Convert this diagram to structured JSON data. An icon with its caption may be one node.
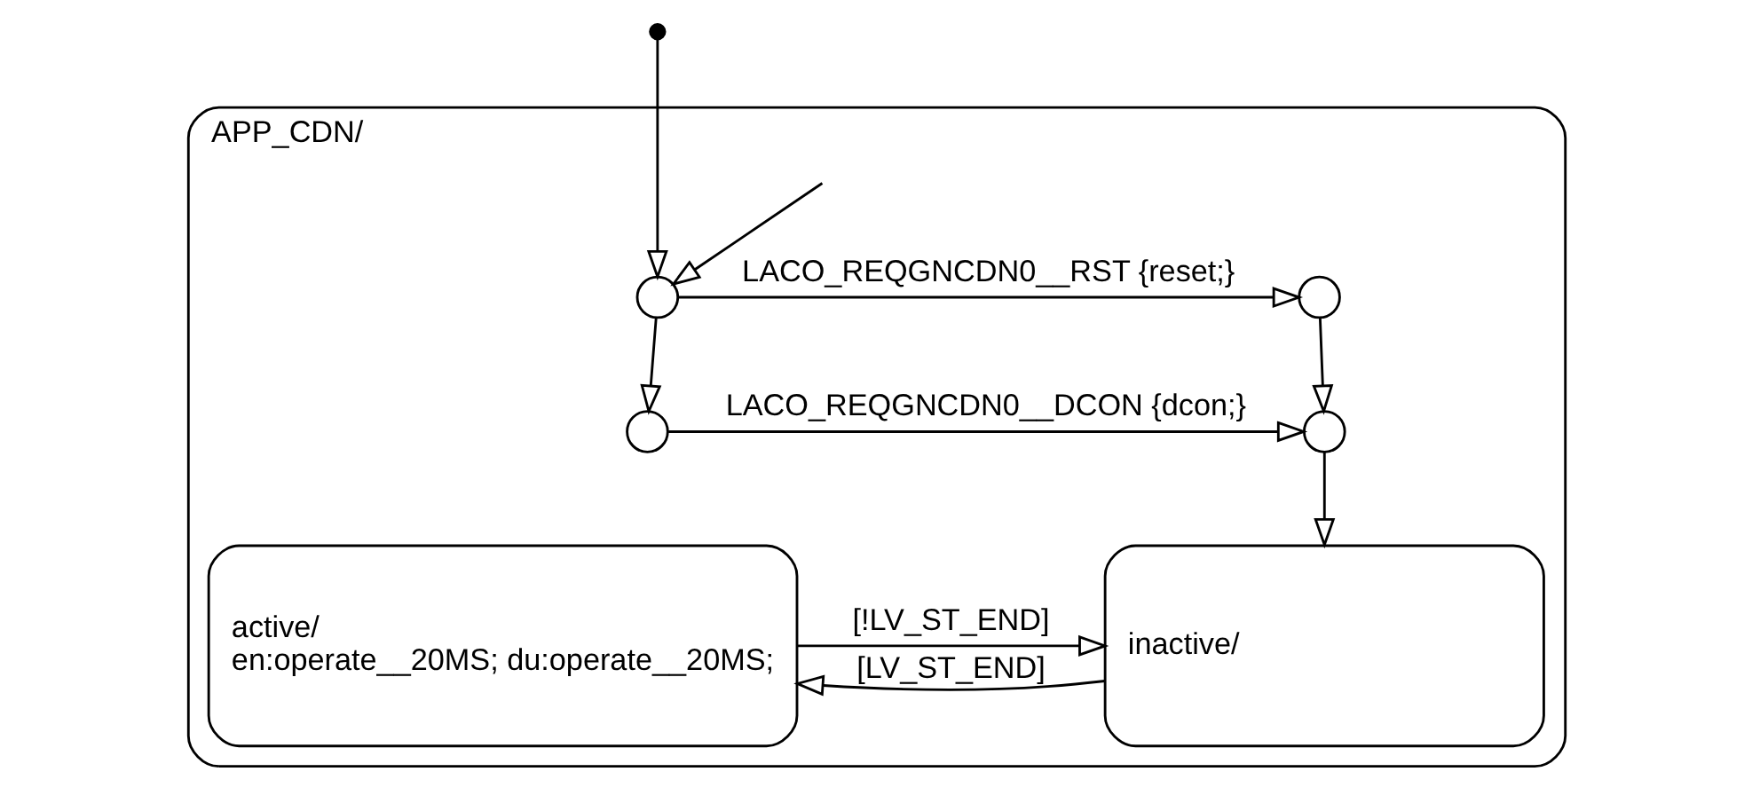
{
  "diagram": {
    "nodes": [
      {
        "text": [
          "APP_CDN/"
        ]
      },
      {
        "text": [],
        "shape": "point"
      },
      {
        "text": [],
        "shape": "circle",
        "in": 0
      },
      {
        "text": [],
        "shape": "circle",
        "in": 0
      },
      {
        "text": [],
        "shape": "circle",
        "in": 0
      },
      {
        "text": [],
        "shape": "circle",
        "in": 0
      },
      {
        "text": [
          "active/",
          "en:operate__20MS; du:operate__20MS;"
        ],
        "in": 0
      },
      {
        "text": [
          "inactive/"
        ],
        "in": 0
      }
    ],
    "edges": [
      {
        "from": 1,
        "to": 2,
        "arrow": "to"
      },
      {
        "from": null,
        "to": 2,
        "arrow": "to"
      },
      {
        "from": 2,
        "to": 3,
        "arrow": "to",
        "label": "LACO_REQGNCDN0__RST {reset;}"
      },
      {
        "from": 2,
        "to": 4,
        "arrow": "to"
      },
      {
        "from": 4,
        "to": 5,
        "arrow": "to",
        "label": "LACO_REQGNCDN0__DCON {dcon;}"
      },
      {
        "from": 3,
        "to": 5,
        "arrow": "to"
      },
      {
        "from": 5,
        "to": 7,
        "arrow": "to"
      },
      {
        "from": 7,
        "to": 6,
        "arrow": "to",
        "label": "[LV_ST_END]"
      },
      {
        "from": 6,
        "to": 7,
        "arrow": "to",
        "label": "[!LV_ST_END]"
      }
    ]
  }
}
